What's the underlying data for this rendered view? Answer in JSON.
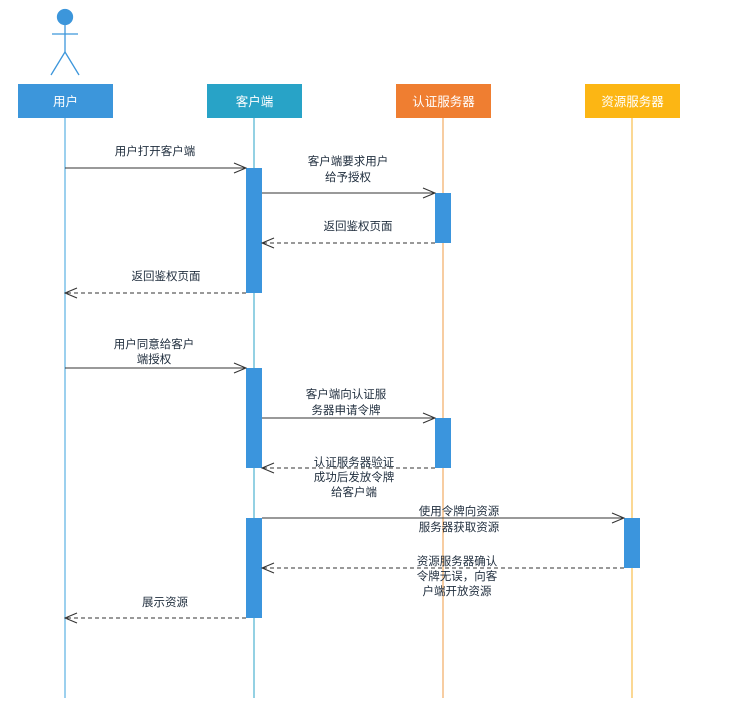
{
  "participants": [
    {
      "id": "user",
      "label": "用户",
      "color": "#3c96db",
      "has_actor": true
    },
    {
      "id": "client",
      "label": "客户端",
      "color": "#28a3c7",
      "has_actor": false
    },
    {
      "id": "auth",
      "label": "认证服务器",
      "color": "#ef7e31",
      "has_actor": false
    },
    {
      "id": "resource",
      "label": "资源服务器",
      "color": "#fcb614",
      "has_actor": false
    }
  ],
  "colors": {
    "lifeline_user": "#3aa0dc",
    "lifeline_client": "#28a3c7",
    "lifeline_auth": "#ef9b45",
    "lifeline_resource": "#f7b22a",
    "activation": "#3b95dd",
    "arrow": "#333333"
  },
  "messages": [
    {
      "from": "user",
      "to": "client",
      "type": "sync",
      "label": [
        "用户打开客户端"
      ]
    },
    {
      "from": "client",
      "to": "auth",
      "type": "sync",
      "label": [
        "客户端要求用户",
        "给予授权"
      ]
    },
    {
      "from": "auth",
      "to": "client",
      "type": "return",
      "label": [
        "返回鉴权页面"
      ]
    },
    {
      "from": "client",
      "to": "user",
      "type": "return",
      "label": [
        "返回鉴权页面"
      ]
    },
    {
      "from": "user",
      "to": "client",
      "type": "sync",
      "label": [
        "用户同意给客户",
        "端授权"
      ]
    },
    {
      "from": "client",
      "to": "auth",
      "type": "sync",
      "label": [
        "客户端向认证服",
        "务器申请令牌"
      ]
    },
    {
      "from": "auth",
      "to": "client",
      "type": "return",
      "label": [
        "认证服务器验证",
        "成功后发放令牌",
        "给客户端"
      ]
    },
    {
      "from": "client",
      "to": "resource",
      "type": "sync",
      "label": [
        "使用令牌向资源",
        "服务器获取资源"
      ]
    },
    {
      "from": "resource",
      "to": "client",
      "type": "return",
      "label": [
        "资源服务器确认",
        "令牌无误，向客",
        "户端开放资源"
      ]
    },
    {
      "from": "client",
      "to": "user",
      "type": "return",
      "label": [
        "展示资源"
      ]
    }
  ]
}
